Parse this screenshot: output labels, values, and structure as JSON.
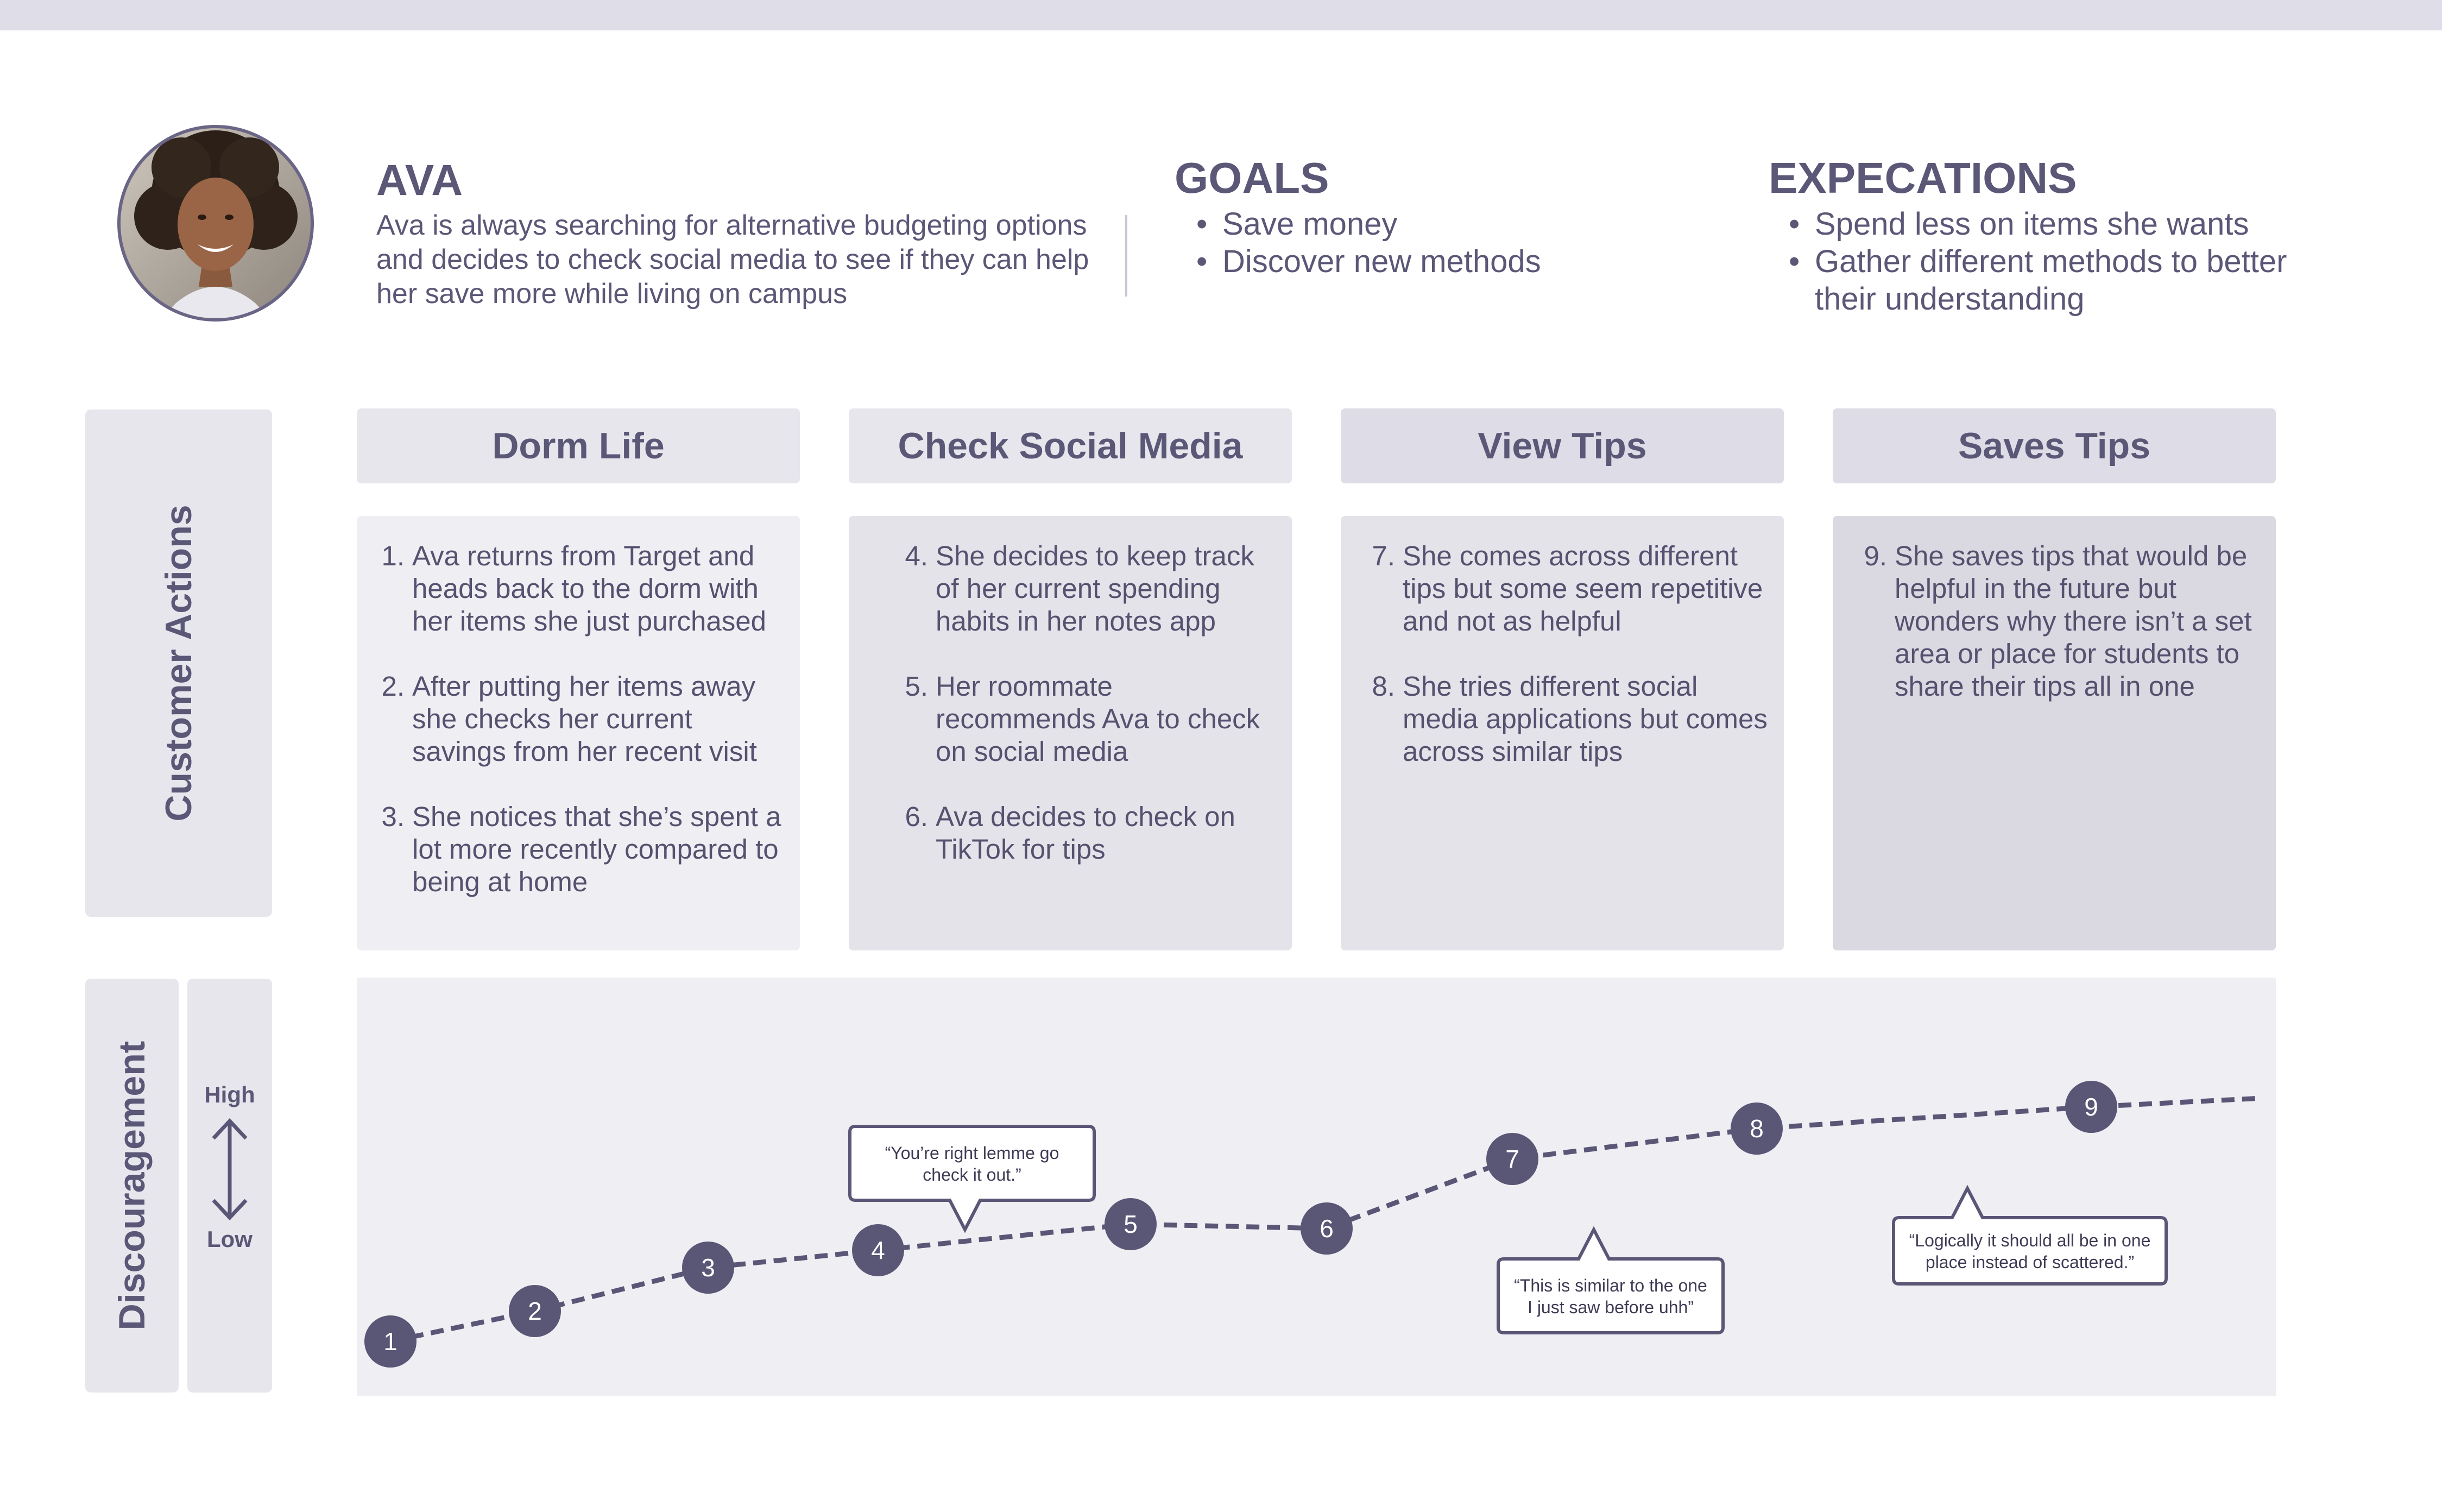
{
  "persona": {
    "name": "AVA",
    "description": "Ava is always searching for alternative budgeting options and decides to check social media to see if they can help her save more while living on campus"
  },
  "goals": {
    "title": "GOALS",
    "items": [
      "Save money",
      "Discover new methods"
    ]
  },
  "expectations": {
    "title": "EXPECATIONS",
    "items": [
      "Spend less on items she wants",
      "Gather different methods to better their understanding"
    ]
  },
  "rows": {
    "customer_actions": "Customer Actions",
    "discouragement": "Discouragement",
    "scale_high": "High",
    "scale_low": "Low"
  },
  "stages": [
    {
      "title": "Dorm Life",
      "steps": [
        {
          "num": "1.",
          "text": "Ava returns from Target and heads back to the dorm with her items she just purchased"
        },
        {
          "num": "2.",
          "text": "After putting her items away she checks her current savings from her recent visit"
        },
        {
          "num": "3.",
          "text": "She notices that she’s spent a lot more recently compared to being at home"
        }
      ]
    },
    {
      "title": "Check Social Media",
      "steps": [
        {
          "num": "4.",
          "text": "She decides to keep track of her current spending habits in her notes app"
        },
        {
          "num": "5.",
          "text": "Her roommate recommends Ava to check on social media"
        },
        {
          "num": "6.",
          "text": "Ava decides to check on TikTok for tips"
        }
      ]
    },
    {
      "title": "View Tips",
      "steps": [
        {
          "num": "7.",
          "text": "She comes across different tips but some seem repetitive and not as helpful"
        },
        {
          "num": "8.",
          "text": "She tries different social media applications but comes across similar tips"
        }
      ]
    },
    {
      "title": "Saves Tips",
      "steps": [
        {
          "num": "9.",
          "text": "She saves tips that would be helpful in the future but wonders why there isn’t a set area or place for students to share their tips all in one"
        }
      ]
    }
  ],
  "chart_data": {
    "type": "line",
    "ylabel": "Discouragement",
    "y_scale_labels": [
      "High",
      "Low"
    ],
    "points": [
      {
        "label": "1",
        "value": 0.05
      },
      {
        "label": "2",
        "value": 0.12
      },
      {
        "label": "3",
        "value": 0.22
      },
      {
        "label": "4",
        "value": 0.26
      },
      {
        "label": "5",
        "value": 0.32
      },
      {
        "label": "6",
        "value": 0.31
      },
      {
        "label": "7",
        "value": 0.47
      },
      {
        "label": "8",
        "value": 0.54
      },
      {
        "label": "9",
        "value": 0.59
      }
    ],
    "trailing_value": 0.61,
    "quotes": [
      {
        "point": "4",
        "text_lines": [
          "“You’re right lemme go",
          "check it out.”"
        ],
        "position": "above"
      },
      {
        "point": "7",
        "text_lines": [
          "“This is similar to the one",
          "I just saw before uhh”"
        ],
        "position": "below"
      },
      {
        "point": "9",
        "text_lines": [
          "“Logically it should all be in one",
          "place instead of scattered.”"
        ],
        "position": "below"
      }
    ],
    "colors": {
      "line": "#5a5676",
      "marker": "#5a5676",
      "marker_text": "#ffffff",
      "bubble_border": "#5a5676"
    }
  }
}
